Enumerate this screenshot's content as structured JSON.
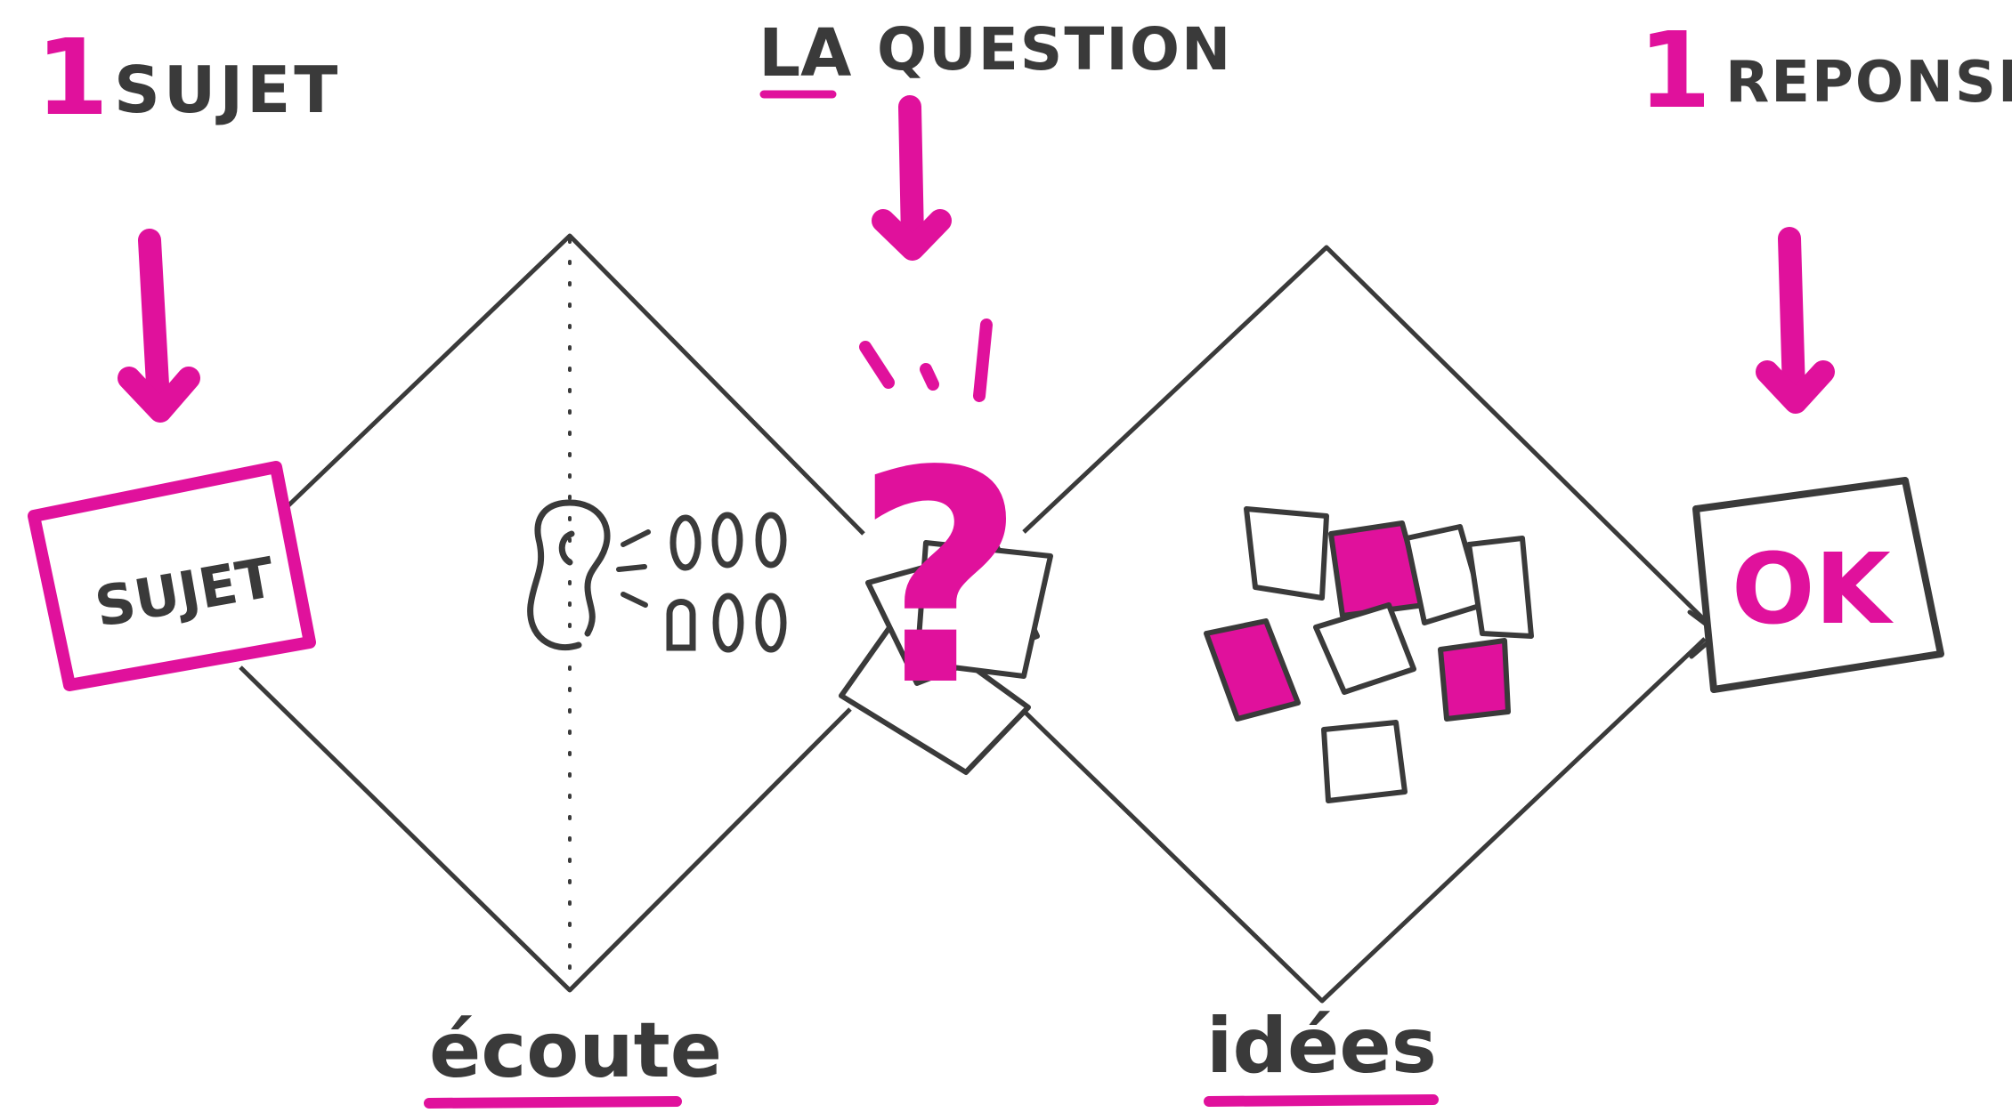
{
  "labels": {
    "left_count": "1",
    "left_title": "SUJET",
    "top_prefix": "LA",
    "top_title": "QUESTION",
    "right_count": "1",
    "right_title": "REPONSE",
    "box_left": "SUJET",
    "box_right": "OK",
    "bottom_left": "écoute",
    "bottom_right": "idées",
    "question_mark": "?"
  },
  "colors": {
    "accent": "#e0119c",
    "ink": "#3a3a3a",
    "background": "#ffffff"
  },
  "icons": {
    "ear": "ear-icon",
    "sticky_note": "sticky-note-icon",
    "question": "question-mark-icon",
    "arrow": "down-arrow-icon"
  }
}
